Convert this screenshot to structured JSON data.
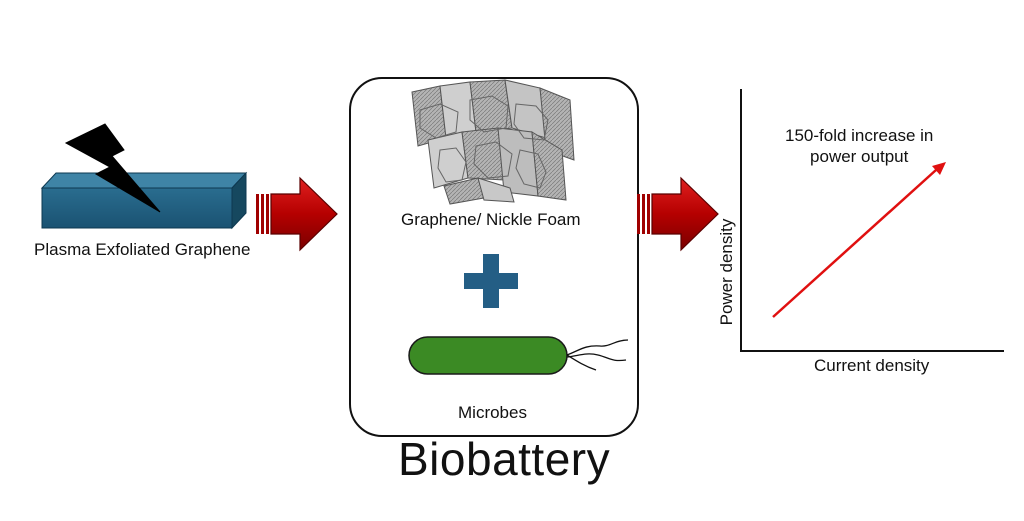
{
  "source": {
    "label": "Plasma Exfoliated Graphene",
    "block_color": "#1f5e7e",
    "bolt_color": "#000000"
  },
  "container": {
    "foam_label": "Graphene/ Nickle Foam",
    "microbes_label": "Microbes",
    "title": "Biobattery",
    "plus_color": "#245e85",
    "microbe_color": "#3b8a24"
  },
  "arrows": {
    "color": "#c00000"
  },
  "plot": {
    "xlabel": "Current density",
    "ylabel": "Power density",
    "annotation_line1": "150-fold increase in",
    "annotation_line2": "power output",
    "trend_color": "#e01010"
  }
}
